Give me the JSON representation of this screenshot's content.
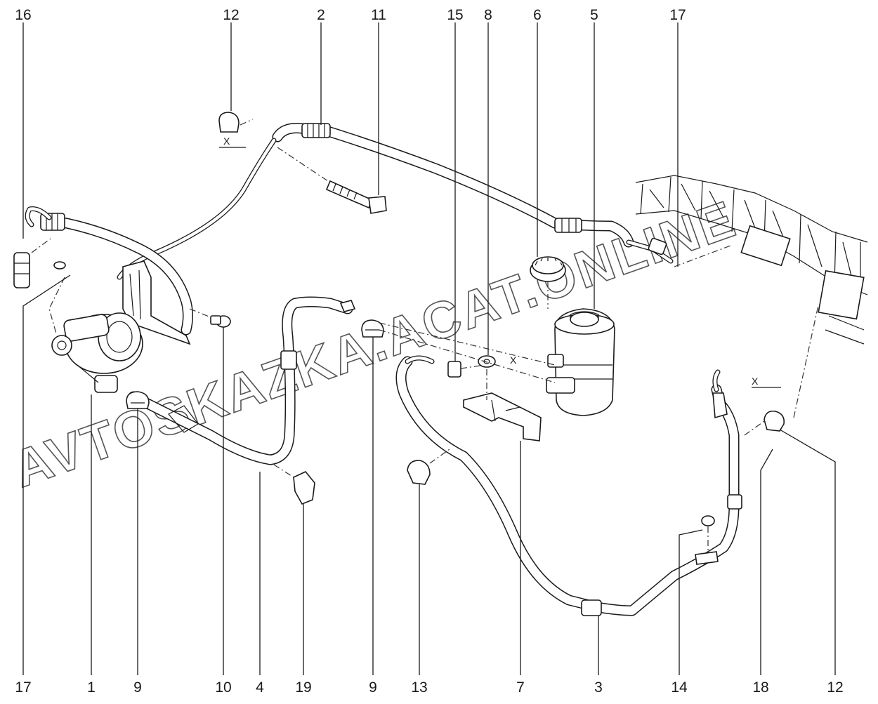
{
  "watermark": {
    "text": "AVTOSKAZKA.ACAT.ONLINE"
  },
  "dimension_mark": "X",
  "callouts_top": [
    {
      "id": "t16",
      "label": "16"
    },
    {
      "id": "t12",
      "label": "12"
    },
    {
      "id": "t2",
      "label": "2"
    },
    {
      "id": "t11",
      "label": "11"
    },
    {
      "id": "t15",
      "label": "15"
    },
    {
      "id": "t8",
      "label": "8"
    },
    {
      "id": "t6",
      "label": "6"
    },
    {
      "id": "t5",
      "label": "5"
    },
    {
      "id": "t17",
      "label": "17"
    }
  ],
  "callouts_bottom": [
    {
      "id": "b17",
      "label": "17"
    },
    {
      "id": "b1",
      "label": "1"
    },
    {
      "id": "b9a",
      "label": "9"
    },
    {
      "id": "b10",
      "label": "10"
    },
    {
      "id": "b4",
      "label": "4"
    },
    {
      "id": "b19",
      "label": "19"
    },
    {
      "id": "b9b",
      "label": "9"
    },
    {
      "id": "b13",
      "label": "13"
    },
    {
      "id": "b7",
      "label": "7"
    },
    {
      "id": "b3",
      "label": "3"
    },
    {
      "id": "b14",
      "label": "14"
    },
    {
      "id": "b18",
      "label": "18"
    },
    {
      "id": "b12",
      "label": "12"
    }
  ]
}
